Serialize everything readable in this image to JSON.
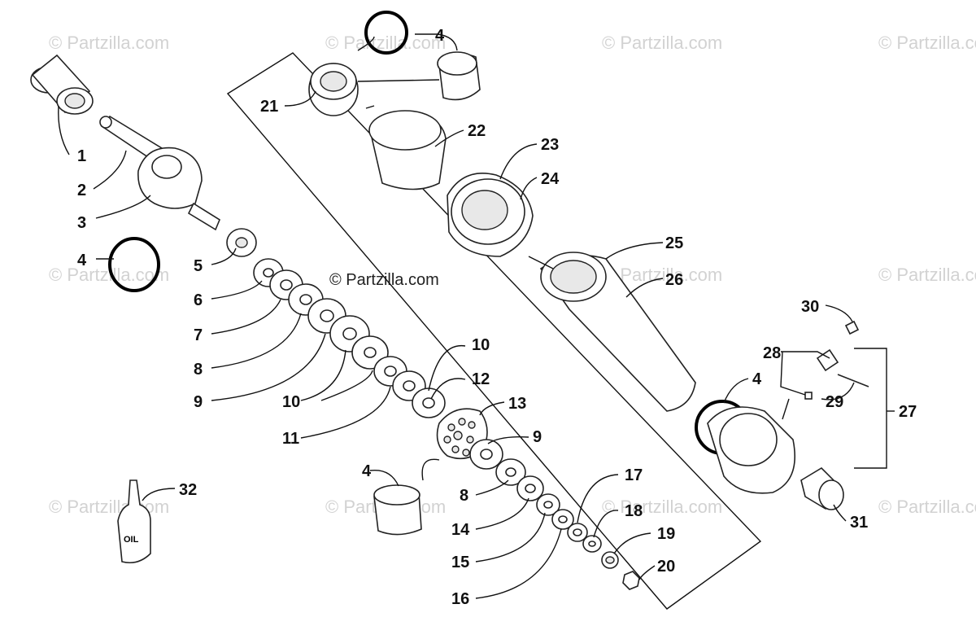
{
  "watermark": "© Partzilla.com",
  "watermark_center": "© Partzilla.com",
  "callouts": {
    "c1": "1",
    "c2": "2",
    "c3": "3",
    "c4a": "4",
    "c5": "5",
    "c6": "6",
    "c7": "7",
    "c8a": "8",
    "c9a": "9",
    "c10a": "10",
    "c10b": "10",
    "c11": "11",
    "c12": "12",
    "c13": "13",
    "c9b": "9",
    "c4b": "4",
    "c8b": "8",
    "c14": "14",
    "c15": "15",
    "c16": "16",
    "c17": "17",
    "c18": "18",
    "c19": "19",
    "c20": "20",
    "c4c": "4",
    "c21": "21",
    "c22": "22",
    "c23": "23",
    "c24": "24",
    "c25": "25",
    "c26": "26",
    "c4d": "4",
    "c27": "27",
    "c28": "28",
    "c29": "29",
    "c30": "30",
    "c31": "31",
    "c32": "32"
  },
  "oil_bottle_label": "OIL"
}
